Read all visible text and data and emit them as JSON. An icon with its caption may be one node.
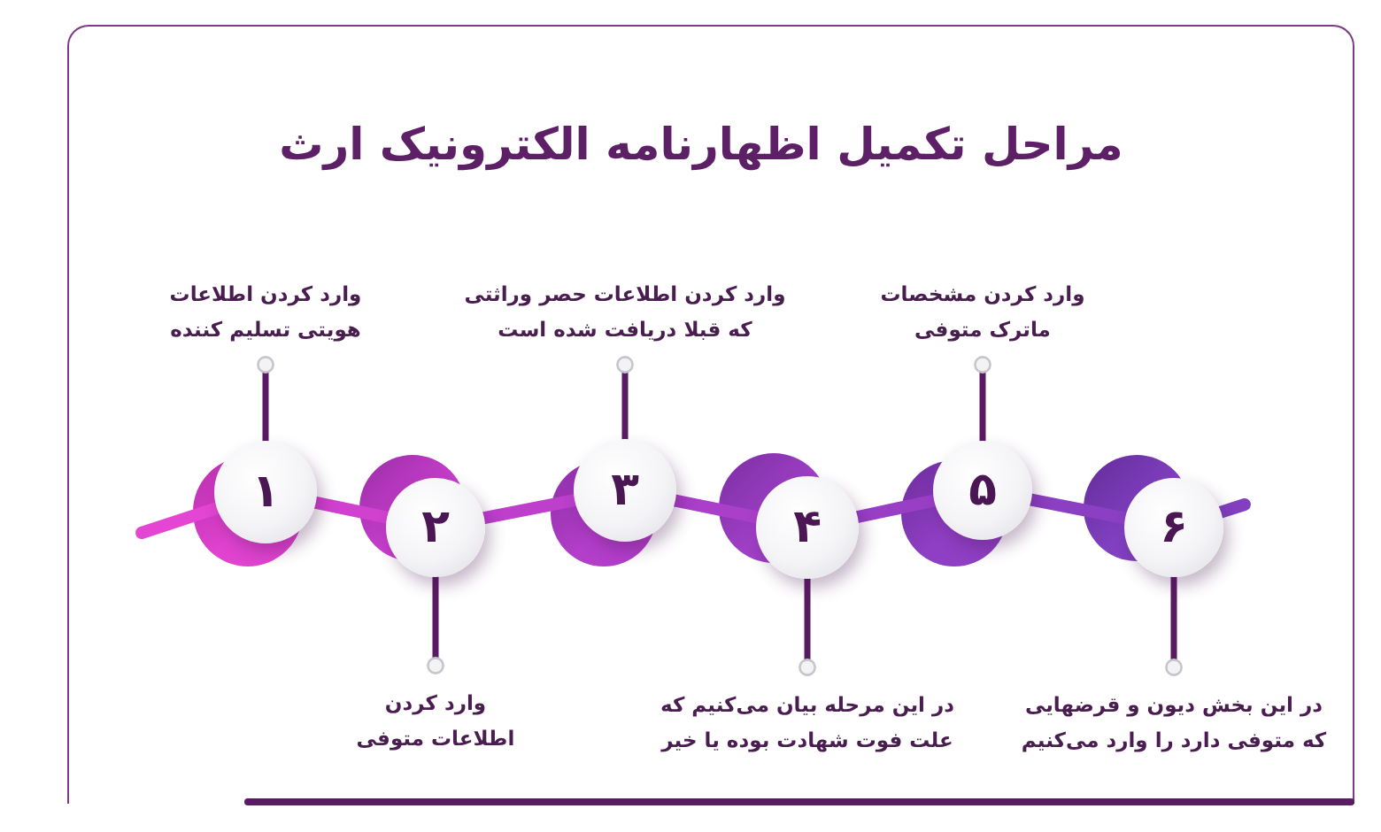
{
  "diagram": {
    "title": "مراحل تکمیل اظهارنامه الکترونیک ارث",
    "nodes": [
      {
        "text": [
          "وارد کردن اطلاعات هویتی تسلیم کننده"
        ]
      },
      {
        "text": [
          "۱"
        ]
      },
      {
        "text": [
          "۲"
        ]
      },
      {
        "text": [
          "وارد کردن اطلاعات متوفی"
        ]
      },
      {
        "text": [
          "وارد کردن اطلاعات حصر وراثتی که قبلا دریافت شده است"
        ]
      },
      {
        "text": [
          "۳"
        ]
      },
      {
        "text": [
          "۴"
        ]
      },
      {
        "text": [
          "در این مرحله بیان می‌کنیم که علت فوت شهادت بوده یا خیر"
        ]
      },
      {
        "text": [
          "وارد کردن مشخصات ماترک متوفی"
        ]
      },
      {
        "text": [
          "۵"
        ]
      },
      {
        "text": [
          "۶"
        ]
      },
      {
        "text": [
          "در این بخش دیون و قرضهایی که متوفی دارد را وارد می‌کنیم"
        ]
      }
    ],
    "edges": [
      {
        "from": 0,
        "to": 1,
        "arrow": "other"
      },
      {
        "from": 3,
        "to": 2,
        "arrow": "other"
      },
      {
        "from": 4,
        "to": 5,
        "arrow": "other"
      },
      {
        "from": 7,
        "to": 6,
        "arrow": "other"
      },
      {
        "from": 8,
        "to": 9,
        "arrow": "other"
      },
      {
        "from": 11,
        "to": 10,
        "arrow": "other"
      },
      {
        "from": null,
        "to": 1,
        "arrow": "none",
        "color": "#e445d3"
      },
      {
        "from": 1,
        "to": 2,
        "arrow": "none",
        "color": "#d041cf"
      },
      {
        "from": 2,
        "to": 5,
        "arrow": "none",
        "color": "#bd3fcc"
      },
      {
        "from": 5,
        "to": 6,
        "arrow": "none",
        "color": "#aa3fc9"
      },
      {
        "from": 6,
        "to": 9,
        "arrow": "none",
        "color": "#993fc6"
      },
      {
        "from": 9,
        "to": 10,
        "arrow": "none",
        "color": "#8b3fc3"
      },
      {
        "from": 10,
        "to": null,
        "arrow": "none",
        "color": "#8240c1"
      }
    ]
  }
}
